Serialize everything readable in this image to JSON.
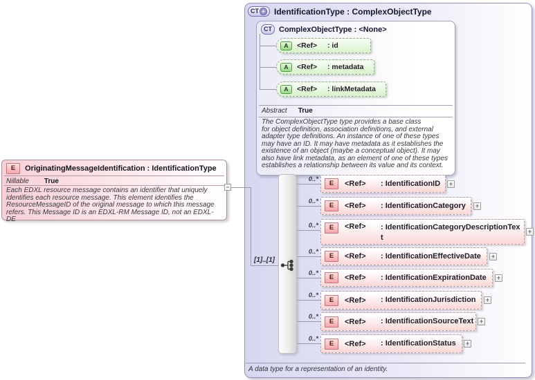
{
  "icons": {
    "element": "E",
    "complex_type": "CT",
    "attribute": "A",
    "derived_plus": "+",
    "expand": "+",
    "collapse": "−"
  },
  "left_element": {
    "title": "OriginatingMessageIdentification : IdentificationType",
    "property_label": "Nillable",
    "property_value": "True",
    "annotation": "Each EDXL resource message contains an identifier that uniquely identifies each resource message. This element identifies the ResourceMessageID of the original message to which this message refers. This Message ID is an EDXL-RM Message ID, not an EDXL-DE"
  },
  "type_box": {
    "title": "IdentificationType : ComplexObjectType",
    "footer_annotation": "A data type for a representation of an identity.",
    "base_type": {
      "title": "ComplexObjectType : <None>",
      "property_label": "Abstract",
      "property_value": "True",
      "annotation": "The ComplexObjectType type provides a base class\nfor object definition, association definitions, and external adapter type definitions. An instance of one of these types may have an ID. It may have metadata as it establishes the existence of an object (maybe a conceptual object). It may also have link metadata, as an element of one of these types establishes a relationship between its value and its context.",
      "attributes": [
        {
          "ref": "<Ref>",
          "name": ": id"
        },
        {
          "ref": "<Ref>",
          "name": ": metadata"
        },
        {
          "ref": "<Ref>",
          "name": ": linkMetadata"
        }
      ]
    },
    "model": {
      "occurrence": "[1]..[1]",
      "elements": [
        {
          "cardinality": "0..*",
          "ref": "<Ref>",
          "name": ": IdentificationID"
        },
        {
          "cardinality": "0..*",
          "ref": "<Ref>",
          "name": ": IdentificationCategory"
        },
        {
          "cardinality": "0..*",
          "ref": "<Ref>",
          "name": ": IdentificationCategoryDescriptionText"
        },
        {
          "cardinality": "0..*",
          "ref": "<Ref>",
          "name": ": IdentificationEffectiveDate"
        },
        {
          "cardinality": "0..*",
          "ref": "<Ref>",
          "name": ": IdentificationExpirationDate"
        },
        {
          "cardinality": "0..*",
          "ref": "<Ref>",
          "name": ": IdentificationJurisdiction"
        },
        {
          "cardinality": "0..*",
          "ref": "<Ref>",
          "name": ": IdentificationSourceText"
        },
        {
          "cardinality": "0..*",
          "ref": "<Ref>",
          "name": ": IdentificationStatus"
        }
      ]
    }
  }
}
